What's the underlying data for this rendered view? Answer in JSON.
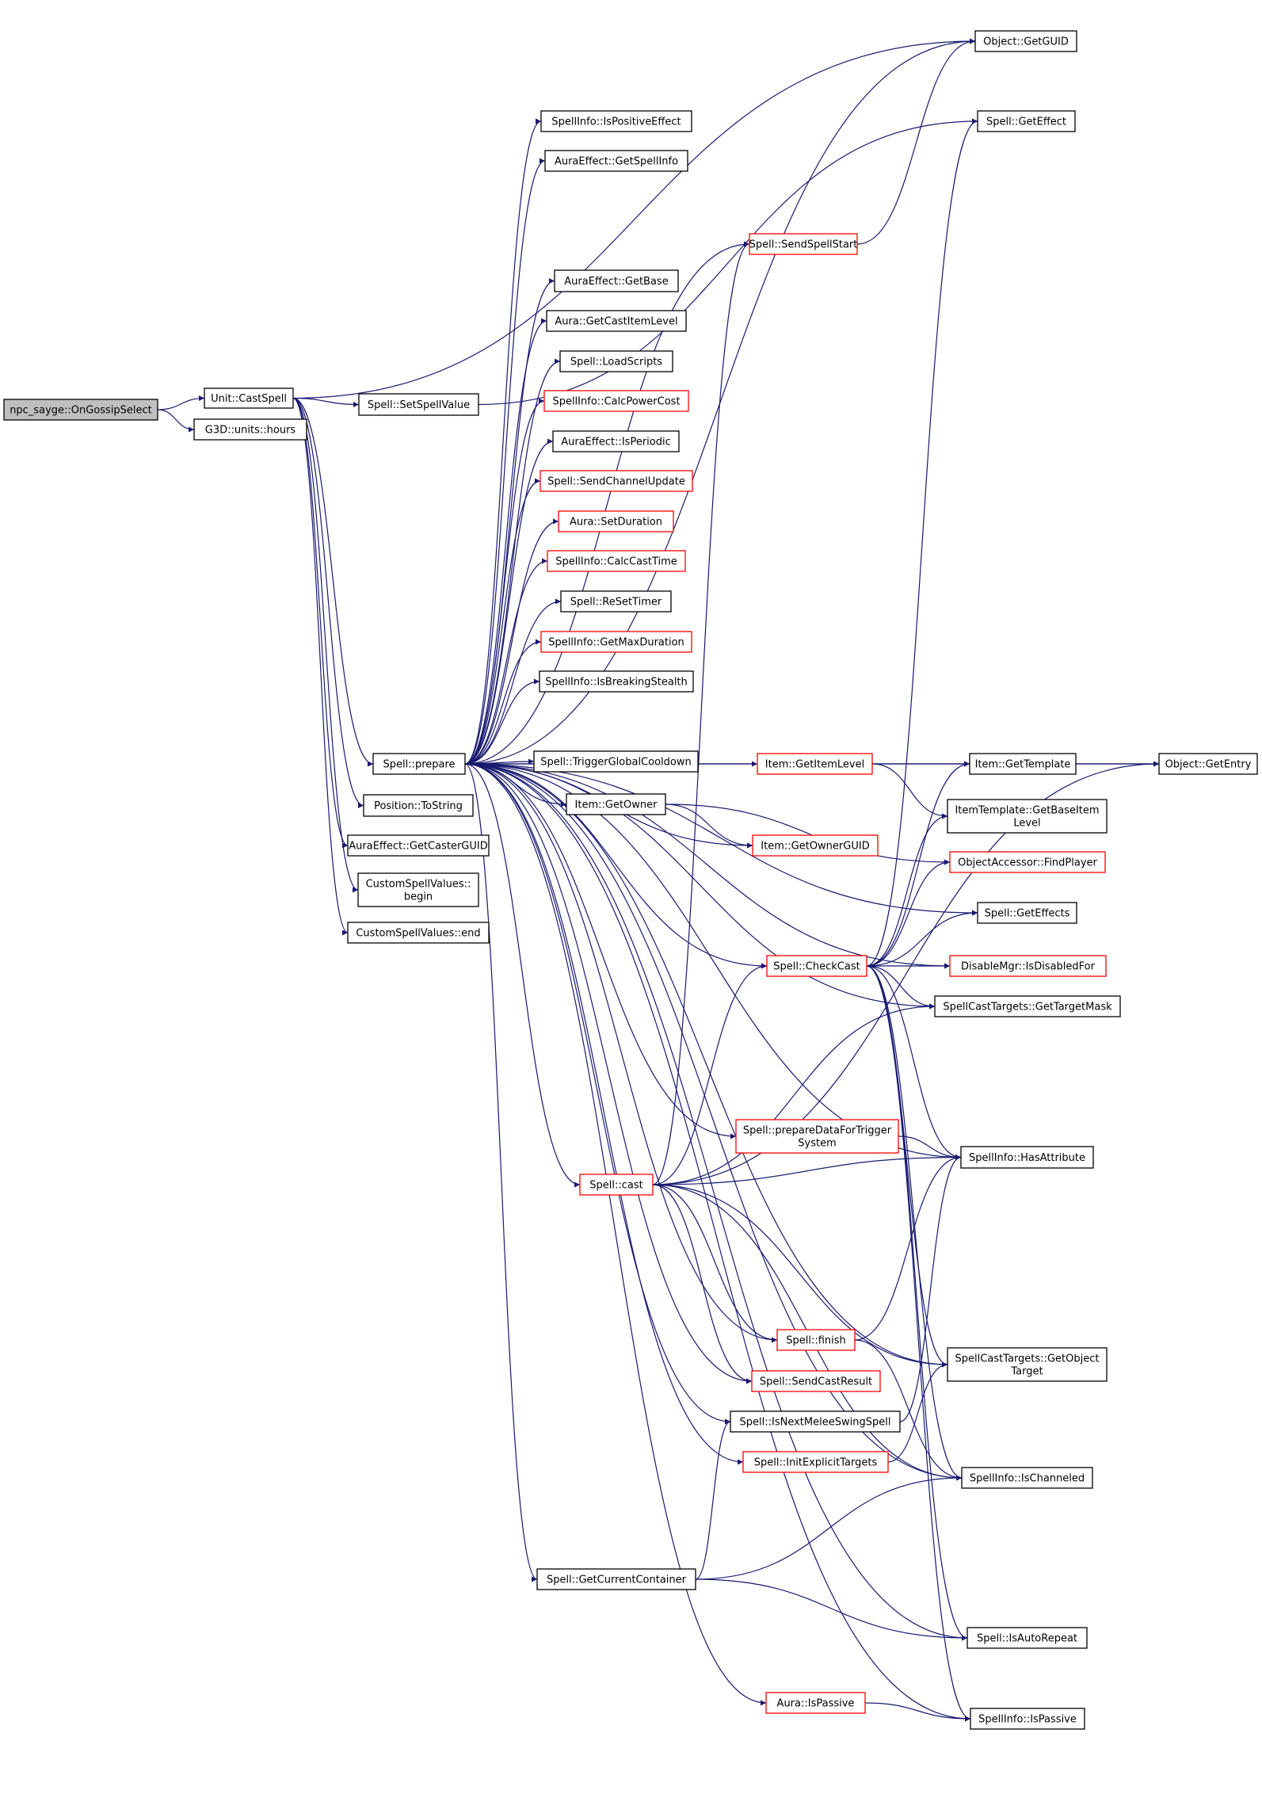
{
  "colors": {
    "edge": "#191970",
    "node_border_normal": "#000000",
    "node_border_truncated": "#ff0000",
    "root_fill": "#bfbfbf",
    "node_fill": "#ffffff"
  },
  "nodes": [
    {
      "id": "npc_sayge",
      "lines": [
        "npc_sayge::OnGossipSelect"
      ],
      "kind": "root"
    },
    {
      "id": "unit_castspell",
      "lines": [
        "Unit::CastSpell"
      ],
      "kind": "normal"
    },
    {
      "id": "g3d_hours",
      "lines": [
        "G3D::units::hours"
      ],
      "kind": "normal"
    },
    {
      "id": "spell_setspellvalue",
      "lines": [
        "Spell::SetSpellValue"
      ],
      "kind": "normal"
    },
    {
      "id": "spell_prepare",
      "lines": [
        "Spell::prepare"
      ],
      "kind": "normal"
    },
    {
      "id": "position_tostring",
      "lines": [
        "Position::ToString"
      ],
      "kind": "normal"
    },
    {
      "id": "auraeffect_getcasterguid",
      "lines": [
        "AuraEffect::GetCasterGUID"
      ],
      "kind": "normal"
    },
    {
      "id": "customspellvalues_begin",
      "lines": [
        "CustomSpellValues::",
        "begin"
      ],
      "kind": "normal"
    },
    {
      "id": "customspellvalues_end",
      "lines": [
        "CustomSpellValues::end"
      ],
      "kind": "normal"
    },
    {
      "id": "object_getguid",
      "lines": [
        "Object::GetGUID"
      ],
      "kind": "normal"
    },
    {
      "id": "spell_geteffect",
      "lines": [
        "Spell::GetEffect"
      ],
      "kind": "normal"
    },
    {
      "id": "spellinfo_ispositiveeffect",
      "lines": [
        "SpellInfo::IsPositiveEffect"
      ],
      "kind": "normal"
    },
    {
      "id": "auraeffect_getspellinfo",
      "lines": [
        "AuraEffect::GetSpellInfo"
      ],
      "kind": "normal"
    },
    {
      "id": "spell_sendspellstart",
      "lines": [
        "Spell::SendSpellStart"
      ],
      "kind": "truncated"
    },
    {
      "id": "auraeffect_getbase",
      "lines": [
        "AuraEffect::GetBase"
      ],
      "kind": "normal"
    },
    {
      "id": "aura_getcastitemlevel",
      "lines": [
        "Aura::GetCastItemLevel"
      ],
      "kind": "normal"
    },
    {
      "id": "spell_loadscripts",
      "lines": [
        "Spell::LoadScripts"
      ],
      "kind": "normal"
    },
    {
      "id": "spellinfo_calcpowercost",
      "lines": [
        "SpellInfo::CalcPowerCost"
      ],
      "kind": "truncated"
    },
    {
      "id": "auraeffect_isperiodic",
      "lines": [
        "AuraEffect::IsPeriodic"
      ],
      "kind": "normal"
    },
    {
      "id": "spell_sendchannelupdate",
      "lines": [
        "Spell::SendChannelUpdate"
      ],
      "kind": "truncated"
    },
    {
      "id": "aura_setduration",
      "lines": [
        "Aura::SetDuration"
      ],
      "kind": "truncated"
    },
    {
      "id": "spellinfo_calccasttime",
      "lines": [
        "SpellInfo::CalcCastTime"
      ],
      "kind": "truncated"
    },
    {
      "id": "spell_resettimer",
      "lines": [
        "Spell::ReSetTimer"
      ],
      "kind": "normal"
    },
    {
      "id": "spellinfo_getmaxduration",
      "lines": [
        "SpellInfo::GetMaxDuration"
      ],
      "kind": "truncated"
    },
    {
      "id": "spellinfo_isbreakingstealth",
      "lines": [
        "SpellInfo::IsBreakingStealth"
      ],
      "kind": "normal"
    },
    {
      "id": "spell_triggerglobalcooldown",
      "lines": [
        "Spell::TriggerGlobalCooldown"
      ],
      "kind": "normal"
    },
    {
      "id": "item_getitemlevel",
      "lines": [
        "Item::GetItemLevel"
      ],
      "kind": "truncated"
    },
    {
      "id": "item_gettemplate",
      "lines": [
        "Item::GetTemplate"
      ],
      "kind": "normal"
    },
    {
      "id": "object_getentry",
      "lines": [
        "Object::GetEntry"
      ],
      "kind": "normal"
    },
    {
      "id": "itemtemplate_getbaseitemlevel",
      "lines": [
        "ItemTemplate::GetBaseItem",
        "Level"
      ],
      "kind": "normal"
    },
    {
      "id": "item_getowner",
      "lines": [
        "Item::GetOwner"
      ],
      "kind": "normal"
    },
    {
      "id": "item_getownerguid",
      "lines": [
        "Item::GetOwnerGUID"
      ],
      "kind": "truncated"
    },
    {
      "id": "objectaccessor_findplayer",
      "lines": [
        "ObjectAccessor::FindPlayer"
      ],
      "kind": "truncated"
    },
    {
      "id": "spell_geteffects",
      "lines": [
        "Spell::GetEffects"
      ],
      "kind": "normal"
    },
    {
      "id": "spell_checkcast",
      "lines": [
        "Spell::CheckCast"
      ],
      "kind": "truncated"
    },
    {
      "id": "disablemgr_isdisabledfor",
      "lines": [
        "DisableMgr::IsDisabledFor"
      ],
      "kind": "truncated"
    },
    {
      "id": "spellcasttargets_gettargetmask",
      "lines": [
        "SpellCastTargets::GetTargetMask"
      ],
      "kind": "normal"
    },
    {
      "id": "spell_preparedatafortriggersystem",
      "lines": [
        "Spell::prepareDataForTrigger",
        "System"
      ],
      "kind": "truncated"
    },
    {
      "id": "spellinfo_hasattribute",
      "lines": [
        "SpellInfo::HasAttribute"
      ],
      "kind": "normal"
    },
    {
      "id": "spell_cast",
      "lines": [
        "Spell::cast"
      ],
      "kind": "truncated"
    },
    {
      "id": "spell_finish",
      "lines": [
        "Spell::finish"
      ],
      "kind": "truncated"
    },
    {
      "id": "spellcasttargets_getobjecttarget",
      "lines": [
        "SpellCastTargets::GetObject",
        "Target"
      ],
      "kind": "normal"
    },
    {
      "id": "spell_sendcastresult",
      "lines": [
        "Spell::SendCastResult"
      ],
      "kind": "truncated"
    },
    {
      "id": "spell_isnextmeleeswingspell",
      "lines": [
        "Spell::IsNextMeleeSwingSpell"
      ],
      "kind": "normal"
    },
    {
      "id": "spell_initexplicittargets",
      "lines": [
        "Spell::InitExplicitTargets"
      ],
      "kind": "truncated"
    },
    {
      "id": "spellinfo_ischanneled",
      "lines": [
        "SpellInfo::IsChanneled"
      ],
      "kind": "normal"
    },
    {
      "id": "spell_getcurrentcontainer",
      "lines": [
        "Spell::GetCurrentContainer"
      ],
      "kind": "normal"
    },
    {
      "id": "spell_isautorepeat",
      "lines": [
        "Spell::IsAutoRepeat"
      ],
      "kind": "normal"
    },
    {
      "id": "aura_ispassive",
      "lines": [
        "Aura::IsPassive"
      ],
      "kind": "truncated"
    },
    {
      "id": "spellinfo_ispassive",
      "lines": [
        "SpellInfo::IsPassive"
      ],
      "kind": "normal"
    }
  ],
  "edges": [
    [
      "npc_sayge",
      "unit_castspell"
    ],
    [
      "npc_sayge",
      "g3d_hours"
    ],
    [
      "unit_castspell",
      "spell_setspellvalue"
    ],
    [
      "unit_castspell",
      "spell_prepare"
    ],
    [
      "unit_castspell",
      "position_tostring"
    ],
    [
      "unit_castspell",
      "auraeffect_getcasterguid"
    ],
    [
      "unit_castspell",
      "customspellvalues_begin"
    ],
    [
      "unit_castspell",
      "customspellvalues_end"
    ],
    [
      "unit_castspell",
      "object_getguid"
    ],
    [
      "spell_setspellvalue",
      "spell_geteffect"
    ],
    [
      "spell_prepare",
      "object_getguid"
    ],
    [
      "spell_prepare",
      "spellinfo_ispositiveeffect"
    ],
    [
      "spell_prepare",
      "auraeffect_getspellinfo"
    ],
    [
      "spell_prepare",
      "spell_sendspellstart"
    ],
    [
      "spell_prepare",
      "object_getentry"
    ],
    [
      "spell_prepare",
      "auraeffect_getbase"
    ],
    [
      "spell_prepare",
      "aura_getcastitemlevel"
    ],
    [
      "spell_prepare",
      "spell_loadscripts"
    ],
    [
      "spell_prepare",
      "spellinfo_calcpowercost"
    ],
    [
      "spell_prepare",
      "auraeffect_isperiodic"
    ],
    [
      "spell_prepare",
      "spell_sendchannelupdate"
    ],
    [
      "spell_prepare",
      "aura_setduration"
    ],
    [
      "spell_prepare",
      "spellinfo_calccasttime"
    ],
    [
      "spell_prepare",
      "spell_resettimer"
    ],
    [
      "spell_prepare",
      "spellinfo_getmaxduration"
    ],
    [
      "spell_prepare",
      "spellinfo_isbreakingstealth"
    ],
    [
      "spell_prepare",
      "spell_triggerglobalcooldown"
    ],
    [
      "spell_prepare",
      "item_getitemlevel"
    ],
    [
      "spell_prepare",
      "item_getowner"
    ],
    [
      "spell_prepare",
      "item_getownerguid"
    ],
    [
      "spell_prepare",
      "spell_geteffects"
    ],
    [
      "spell_prepare",
      "disablemgr_isdisabledfor"
    ],
    [
      "spell_prepare",
      "spell_checkcast"
    ],
    [
      "spell_prepare",
      "spellcasttargets_gettargetmask"
    ],
    [
      "spell_prepare",
      "spellinfo_hasattribute"
    ],
    [
      "spell_prepare",
      "spell_preparedatafortriggersystem"
    ],
    [
      "spell_prepare",
      "spell_cast"
    ],
    [
      "spell_prepare",
      "spell_finish"
    ],
    [
      "spell_prepare",
      "spell_sendcastresult"
    ],
    [
      "spell_prepare",
      "spell_isnextmeleeswingspell"
    ],
    [
      "spell_prepare",
      "spell_initexplicittargets"
    ],
    [
      "spell_prepare",
      "spellcasttargets_getobjecttarget"
    ],
    [
      "spell_prepare",
      "spellinfo_ischanneled"
    ],
    [
      "spell_prepare",
      "spell_getcurrentcontainer"
    ],
    [
      "spell_prepare",
      "spell_isautorepeat"
    ],
    [
      "spell_prepare",
      "aura_ispassive"
    ],
    [
      "spell_prepare",
      "spellinfo_ispassive"
    ],
    [
      "spell_sendspellstart",
      "object_getguid"
    ],
    [
      "item_getitemlevel",
      "item_gettemplate"
    ],
    [
      "item_getitemlevel",
      "itemtemplate_getbaseitemlevel"
    ],
    [
      "item_gettemplate",
      "object_getentry"
    ],
    [
      "item_getowner",
      "item_getownerguid"
    ],
    [
      "item_getowner",
      "objectaccessor_findplayer"
    ],
    [
      "spell_checkcast",
      "spell_geteffect"
    ],
    [
      "spell_checkcast",
      "item_gettemplate"
    ],
    [
      "spell_checkcast",
      "itemtemplate_getbaseitemlevel"
    ],
    [
      "spell_checkcast",
      "objectaccessor_findplayer"
    ],
    [
      "spell_checkcast",
      "spell_geteffects"
    ],
    [
      "spell_checkcast",
      "disablemgr_isdisabledfor"
    ],
    [
      "spell_checkcast",
      "spellcasttargets_gettargetmask"
    ],
    [
      "spell_checkcast",
      "spellinfo_hasattribute"
    ],
    [
      "spell_checkcast",
      "spellcasttargets_getobjecttarget"
    ],
    [
      "spell_checkcast",
      "spellinfo_ischanneled"
    ],
    [
      "spell_checkcast",
      "spell_isautorepeat"
    ],
    [
      "spell_checkcast",
      "spellinfo_ispassive"
    ],
    [
      "spell_preparedatafortriggersystem",
      "spellinfo_hasattribute"
    ],
    [
      "spell_cast",
      "spell_sendspellstart"
    ],
    [
      "spell_cast",
      "spell_checkcast"
    ],
    [
      "spell_cast",
      "spellcasttargets_gettargetmask"
    ],
    [
      "spell_cast",
      "spellinfo_hasattribute"
    ],
    [
      "spell_cast",
      "object_getentry"
    ],
    [
      "spell_cast",
      "spell_finish"
    ],
    [
      "spell_cast",
      "spell_sendcastresult"
    ],
    [
      "spell_cast",
      "spellcasttargets_getobjecttarget"
    ],
    [
      "spell_cast",
      "spellinfo_ischanneled"
    ],
    [
      "spell_finish",
      "spellinfo_hasattribute"
    ],
    [
      "spell_finish",
      "spellinfo_ischanneled"
    ],
    [
      "spell_isnextmeleeswingspell",
      "spellinfo_hasattribute"
    ],
    [
      "spell_initexplicittargets",
      "spellcasttargets_getobjecttarget"
    ],
    [
      "spell_getcurrentcontainer",
      "spell_isnextmeleeswingspell"
    ],
    [
      "spell_getcurrentcontainer",
      "spellinfo_ischanneled"
    ],
    [
      "spell_getcurrentcontainer",
      "spell_isautorepeat"
    ],
    [
      "aura_ispassive",
      "spellinfo_ispassive"
    ]
  ]
}
